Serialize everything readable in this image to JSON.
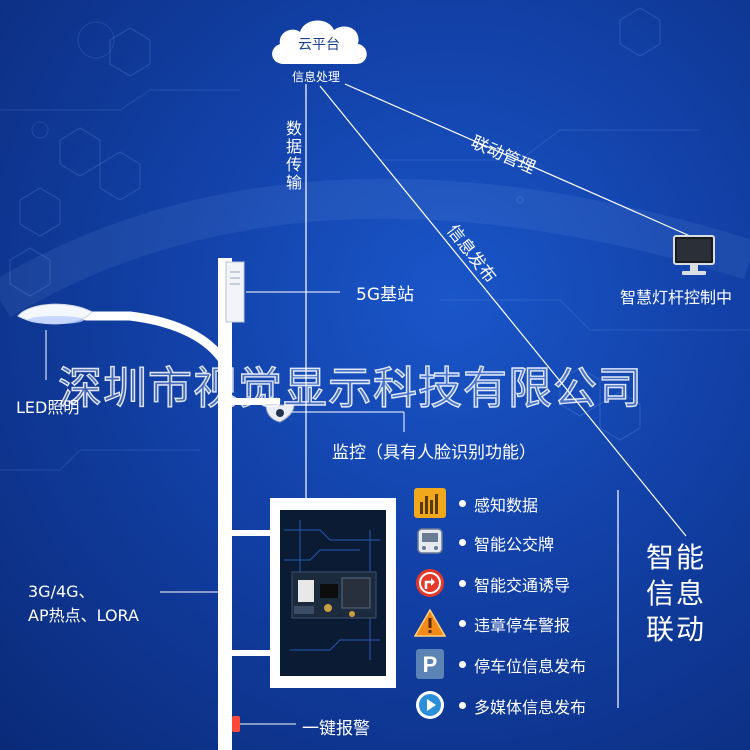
{
  "cloud": {
    "label": "云平台",
    "caption": "信息处理"
  },
  "links": {
    "data_transfer": "数据传输",
    "linkage_mgmt": "联动管理",
    "info_publish": "信息发布"
  },
  "control_center": {
    "label": "智慧灯杆控制中",
    "icon": "monitor-icon"
  },
  "pole_parts": {
    "base_station": "5G基站",
    "led": "LED照明",
    "monitor": "监控（具有人脸识别功能）",
    "network_line1": "3G/4G、",
    "network_line2": "AP热点、LORA",
    "alarm": "一键报警"
  },
  "watermark": "深圳市视觉显示科技有限公司",
  "features": [
    {
      "label": "感知数据",
      "icon": "bar-chart-icon",
      "color": "#f2a81d"
    },
    {
      "label": "智能公交牌",
      "icon": "bus-icon",
      "color": "#6a7b94"
    },
    {
      "label": "智能交通诱导",
      "icon": "turn-arrow-icon",
      "color": "#e5392a"
    },
    {
      "label": "违章停车警报",
      "icon": "warning-icon",
      "color": "#f28a1a"
    },
    {
      "label": "停车位信息发布",
      "icon": "parking-icon",
      "color": "#5b83b5"
    },
    {
      "label": "多媒体信息发布",
      "icon": "play-icon",
      "color": "#2a8fd8"
    }
  ],
  "summary": {
    "line1": "智能",
    "line2": "信息",
    "line3": "联动"
  }
}
